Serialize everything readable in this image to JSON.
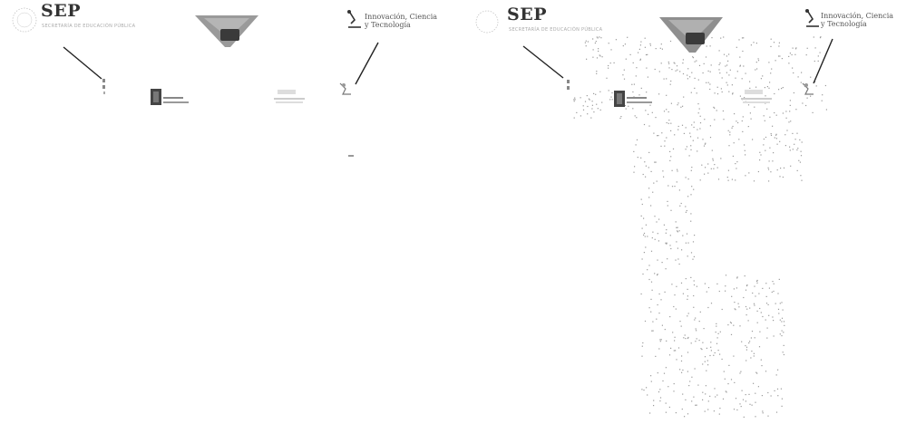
{
  "panels": [
    {
      "id": "left",
      "sep": {
        "wordmark": "SEP",
        "subtitle": "SECRETARÍA DE EDUCACIÓN PÚBLICA"
      },
      "innovation": {
        "line1": "Innovación, Ciencia",
        "line2": "y Tecnología"
      }
    },
    {
      "id": "right",
      "sep": {
        "wordmark": "SEP",
        "subtitle": "SECRETARÍA DE EDUCACIÓN PÚBLICA"
      },
      "innovation": {
        "line1": "Innovación, Ciencia",
        "line2": "y Tecnología"
      }
    }
  ],
  "colors": {
    "ink": "#333333",
    "line": "#222222",
    "dots": "#9a9a9a",
    "collar": "#5a5a5a"
  },
  "icons": [
    "mexico-seal-icon",
    "microscope-icon",
    "cognac-patch-icon"
  ]
}
